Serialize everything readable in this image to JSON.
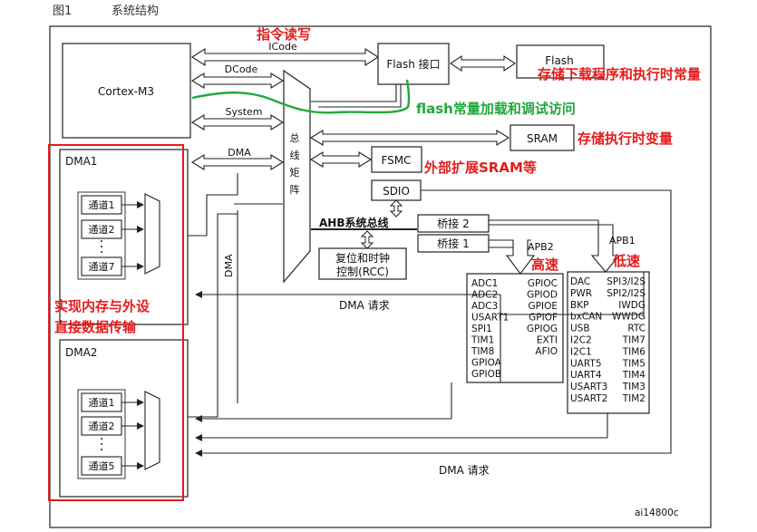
{
  "figure": {
    "number": "图1",
    "title": "系统结构",
    "ref": "ai14800c"
  },
  "blocks": {
    "cortex": "Cortex-M3",
    "flash_if": "Flash 接口",
    "flash": "Flash",
    "sram": "SRAM",
    "fsmc": "FSMC",
    "sdio": "SDIO",
    "bus_matrix": "总 线 矩 阵",
    "ahb": "AHB系统总线",
    "bridge2": "桥接 2",
    "bridge1": "桥接 1",
    "rcc_line1": "复位和时钟",
    "rcc_line2": "控制(RCC)",
    "dma1": "DMA1",
    "dma2": "DMA2",
    "dma_link": "DMA"
  },
  "buses": {
    "icode": "ICode",
    "dcode": "DCode",
    "system": "System",
    "dma": "DMA",
    "apb2": "APB2",
    "apb1": "APB1",
    "dma_req_1": "DMA 请求",
    "dma_req_2": "DMA 请求"
  },
  "dma1_channels": [
    "通道1",
    "通道2",
    "通道7"
  ],
  "dma2_channels": [
    "通道1",
    "通道2",
    "通道5"
  ],
  "apb2_peripherals_left": [
    "ADC1",
    "ADC2",
    "ADC3",
    "USART1",
    "SPI1",
    "TIM1",
    "TIM8",
    "GPIOA",
    "GPIOB"
  ],
  "apb2_peripherals_right": [
    "GPIOC",
    "GPIOD",
    "GPIOE",
    "GPIOF",
    "GPIOG",
    "EXTI",
    "AFIO"
  ],
  "apb1_peripherals_left": [
    "DAC",
    "PWR",
    "BKP",
    "bxCAN",
    "USB",
    "I2C2",
    "I2C1",
    "UART5",
    "UART4",
    "USART3",
    "USART2"
  ],
  "apb1_peripherals_right": [
    "SPI3/I2S",
    "SPI2/I2S",
    "IWDG",
    "WWDG",
    "RTC",
    "TIM7",
    "TIM6",
    "TIM5",
    "TIM4",
    "TIM3",
    "TIM2"
  ],
  "annotations": {
    "icode_note": "指令读写",
    "flash_note": "存储下载程序和执行时常量",
    "dcode_note": "flash常量加载和调试访问",
    "sram_note": "存储执行时变量",
    "fsmc_note": "外部扩展SRAM等",
    "apb2_note": "高速",
    "apb1_note": "低速",
    "dma_note_1": "实现内存与外设",
    "dma_note_2": "直接数据传输"
  },
  "colors": {
    "annotation_red": "#e41c1c",
    "annotation_green": "#22a83a",
    "line": "#222222"
  }
}
